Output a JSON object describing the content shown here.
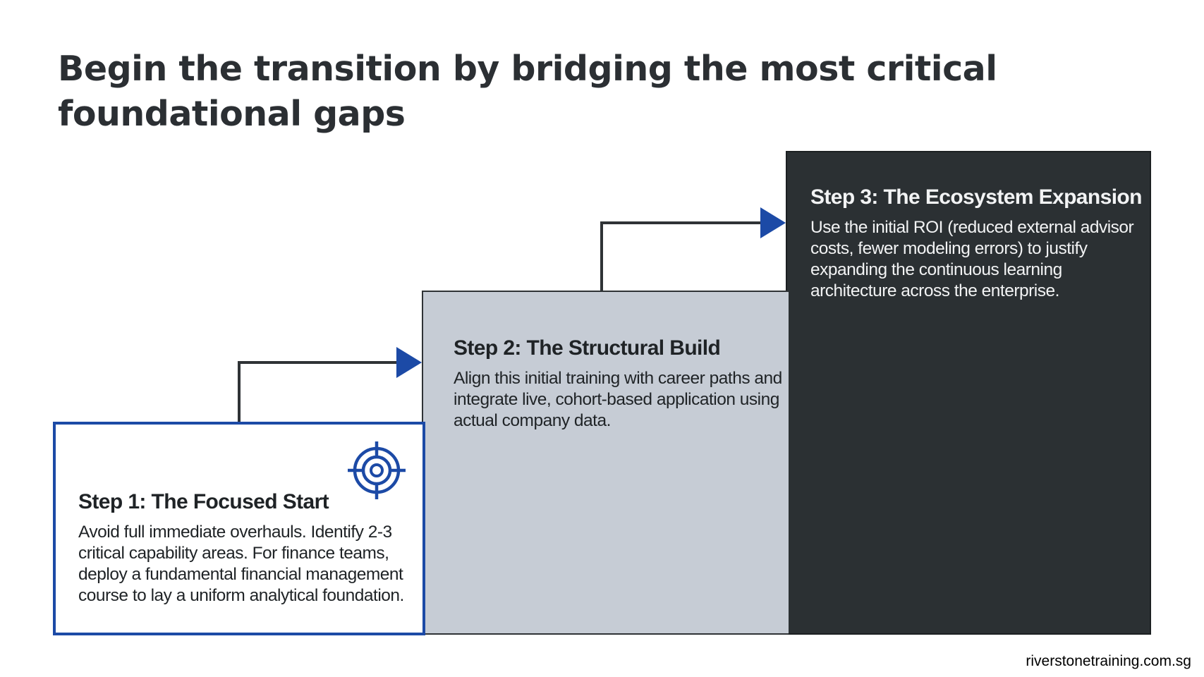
{
  "title": "Begin the transition by bridging the most critical foundational gaps",
  "steps": [
    {
      "title": "Step 1: The Focused Start",
      "description": "Avoid full immediate overhauls. Identify 2-3 critical capability areas. For finance teams, deploy a fundamental financial management course to lay a uniform analytical foundation.",
      "icon": "target-icon"
    },
    {
      "title": "Step 2: The Structural Build",
      "description": "Align this initial training with career paths and integrate live, cohort-based application using actual company data."
    },
    {
      "title": "Step 3: The Ecosystem Expansion",
      "description": "Use the initial ROI (reduced external advisor costs, fewer modeling errors) to justify expanding the continuous learning architecture across the enterprise."
    }
  ],
  "footer": "riverstonetraining.com.sg",
  "colors": {
    "accent_blue": "#1c4aa6",
    "step2_fill": "#c6ccd5",
    "step3_fill": "#2b3033",
    "text_dark": "#2b2f33"
  }
}
